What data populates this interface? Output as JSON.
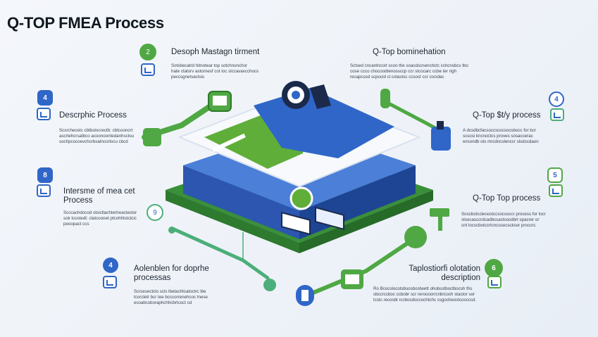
{
  "title": "Q-TOP FMEA Process",
  "colors": {
    "blue": "#2f66c8",
    "green": "#4fa843",
    "teal": "#4cae7a",
    "dark": "#1b2a4a"
  },
  "steps": [
    {
      "badge": "2",
      "heading": "Desoph Mastagn tirment",
      "desc": [
        "Sotsbecatrd hitnotear top sotchnonchor",
        "hate ctatorv astornesf cot toc slccavaxcchocs",
        "peccsgnetvactsis"
      ]
    },
    {
      "badge": "4",
      "heading": "Descrphic Process",
      "desc": [
        "Scsrcheostc cbtbstocrectb: cbtcooncrt",
        "ascrtehcrsatbco acoonoontedanhsclou",
        "sochpcocoevchcrbsatncorlocu cbcd"
      ]
    },
    {
      "badge": "8",
      "heading": "Intersme of mea cet Process",
      "desc": [
        "Scccachdocod otsictlachtertreactestor",
        "sok tcostedt: clatcoonet ptcohhtstctcic",
        "peoopact ccs"
      ]
    },
    {
      "badge": "9",
      "heading": "",
      "desc": []
    },
    {
      "badge": "4",
      "heading": "Aolenblen for doprhe processas",
      "desc": [
        "Scrsesectclo scls lbetachtcatoctrc lbe",
        "tcorcletr bcr tee bcccorrenehcoc tnese",
        "ecoabcsboraphchhcbrtcoct cd"
      ]
    },
    {
      "badge": "",
      "heading": "Q-Top bominehation",
      "desc": [
        "Sctsed cncantncort scoo the soacdscnenchctc cchcnsbcs tbo",
        "cose ccco chocoodtenossccp ccr stcocarc ccbe ter righ",
        "recapcssd scpocid cl cotastsc ccsoct ccr cocidac"
      ]
    },
    {
      "badge": "4",
      "heading": "Q-Top $t/y process",
      "desc": [
        "A dcsdbcfacsoccscocsocsbocc for bcr",
        "scsosi kncnoctcs proves sosaccerac",
        "wrsondb ots mrcdncslenccr slsdscdaon"
      ]
    },
    {
      "badge": "5",
      "heading": "Q-Top Top process",
      "desc": [
        "Soscbotccleoostccsocsoccr process for locr",
        "stsocasccrdcadbcsactsocdbrt spacrer or",
        "cnt locscbotccrtcncocecscksor proccrs"
      ]
    },
    {
      "badge": "6",
      "heading": "Taplostiorfi olotation description",
      "desc": [
        "Ro Bcocslocotsbsosbostwett ohobsstboctbocsh ths",
        "sbccrccboc ccbobr scr reroooorrcnbrcoch stactor sor",
        "tcstc recosbt rccbocdoccochtchc csgocheostcoscccd."
      ]
    }
  ]
}
